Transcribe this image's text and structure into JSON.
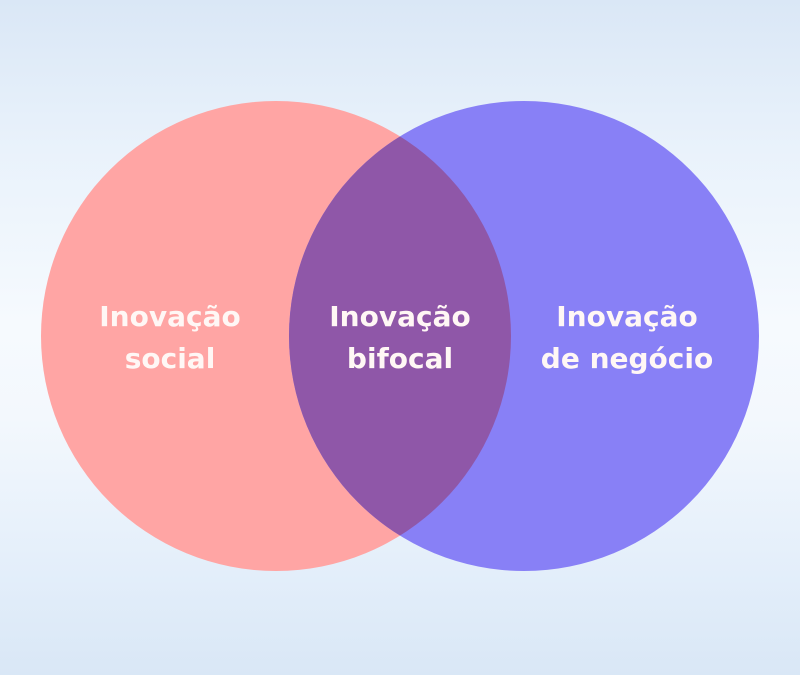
{
  "diagram": {
    "type": "venn",
    "colors": {
      "left_circle": "#ffa5a4",
      "right_circle": "#8880f6",
      "overlap": "#8f57a8",
      "label_text": "#fff7f5",
      "background_light": "#f6fafe",
      "background_edge": "#dae7f6"
    },
    "sets": [
      {
        "id": "left",
        "label_line1": "Inovação",
        "label_line2": "social"
      },
      {
        "id": "overlap",
        "label_line1": "Inovação",
        "label_line2": "bifocal"
      },
      {
        "id": "right",
        "label_line1": "Inovação",
        "label_line2": "de negócio"
      }
    ]
  }
}
